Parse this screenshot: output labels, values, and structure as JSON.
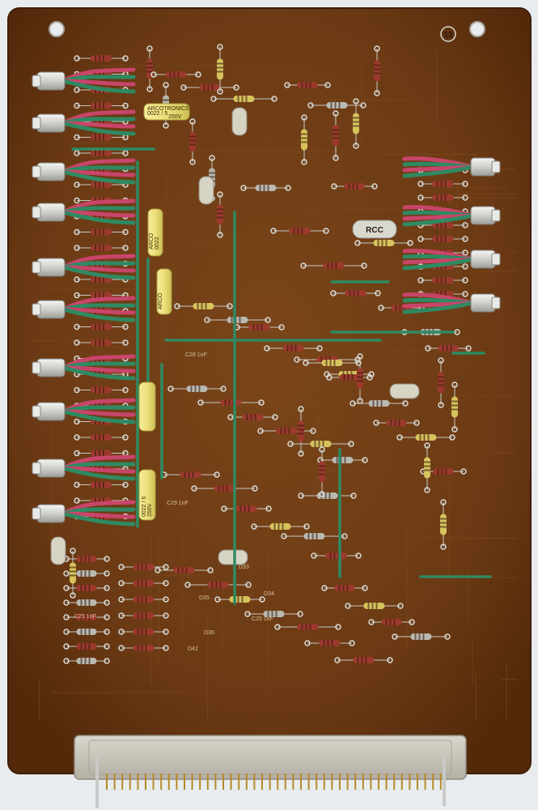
{
  "photo": {
    "board_number": "13",
    "colors": {
      "background": "#e9ecee",
      "board": "#6b3a14",
      "board_dark": "#4a2608",
      "trace": "#7c4a1e",
      "pad": "#d9dcd8",
      "resistor": "#9b3a2c",
      "wire_green": "#2f8a62",
      "wire_pink": "#c8456a",
      "capacitor_yellow": "#efe07a",
      "connector": "#c9c7bd",
      "pin_gold": "#b58a2a"
    },
    "capacitor_labels": [
      {
        "id": "cap-a",
        "line1": "ARCOTRONICS",
        "line2": "0022 / 5",
        "line3": "250V"
      },
      {
        "id": "cap-b",
        "line1": "ARCO",
        "line2": "0022",
        "line3": ""
      },
      {
        "id": "cap-c",
        "line1": "0022 / 5",
        "line2": "250V",
        "line3": ""
      }
    ],
    "component_labels": [
      "RCC",
      "C28 1nF",
      "C29 1nF",
      "C25 1nF",
      "C25 1nF",
      "D33",
      "D34",
      "D35",
      "D36",
      "D42"
    ]
  }
}
